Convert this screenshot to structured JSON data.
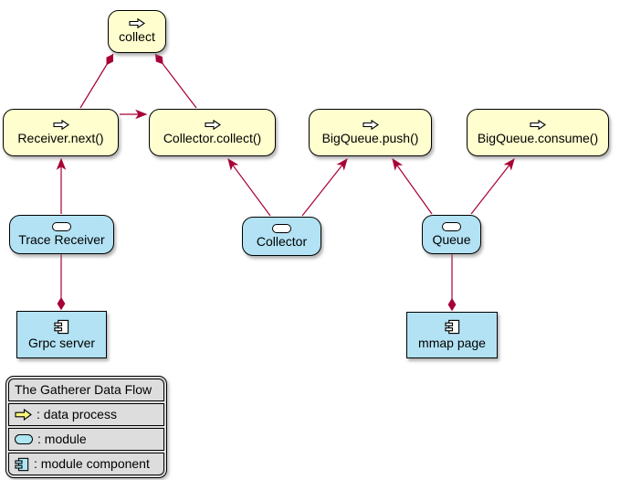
{
  "diagram": {
    "kind": "component-dataflow-diagram",
    "colors": {
      "process_fill": "#FEFECE",
      "module_fill": "#B2E2F4",
      "edge": "#A80036",
      "node_border": "#000000",
      "legend_bg": "#DDDDDD",
      "legend_arrow_fill": "#F8F87C"
    },
    "nodes": {
      "collect": {
        "label": "collect",
        "type": "data process"
      },
      "receiver_next": {
        "label": "Receiver.next()",
        "type": "data process"
      },
      "collector_collect": {
        "label": "Collector.collect()",
        "type": "data process"
      },
      "bigqueue_push": {
        "label": "BigQueue.push()",
        "type": "data process"
      },
      "bigqueue_consume": {
        "label": "BigQueue.consume()",
        "type": "data process"
      },
      "trace_receiver": {
        "label": "Trace Receiver",
        "type": "module"
      },
      "collector": {
        "label": "Collector",
        "type": "module"
      },
      "queue": {
        "label": "Queue",
        "type": "module"
      },
      "grpc_server": {
        "label": "Grpc server",
        "type": "module component"
      },
      "mmap_page": {
        "label": "mmap page",
        "type": "module component"
      }
    },
    "edges": [
      {
        "from": "collect",
        "to": "receiver_next",
        "style": "composition",
        "diamond_at": "collect"
      },
      {
        "from": "collect",
        "to": "collector_collect",
        "style": "composition",
        "diamond_at": "collect"
      },
      {
        "from": "receiver_next",
        "to": "collector_collect",
        "style": "arrow"
      },
      {
        "from": "trace_receiver",
        "to": "receiver_next",
        "style": "arrow"
      },
      {
        "from": "collector",
        "to": "collector_collect",
        "style": "arrow"
      },
      {
        "from": "collector",
        "to": "bigqueue_push",
        "style": "arrow"
      },
      {
        "from": "queue",
        "to": "bigqueue_push",
        "style": "arrow"
      },
      {
        "from": "queue",
        "to": "bigqueue_consume",
        "style": "arrow"
      },
      {
        "from": "trace_receiver",
        "to": "grpc_server",
        "style": "composition",
        "diamond_at": "grpc_server"
      },
      {
        "from": "queue",
        "to": "mmap_page",
        "style": "composition",
        "diamond_at": "mmap_page"
      }
    ],
    "legend": {
      "title": "The Gatherer Data Flow",
      "items": [
        {
          "icon": "data-process-arrow-icon",
          "text": ": data process"
        },
        {
          "icon": "module-oval-icon",
          "text": ": module"
        },
        {
          "icon": "module-component-icon",
          "text": ": module component"
        }
      ]
    }
  }
}
